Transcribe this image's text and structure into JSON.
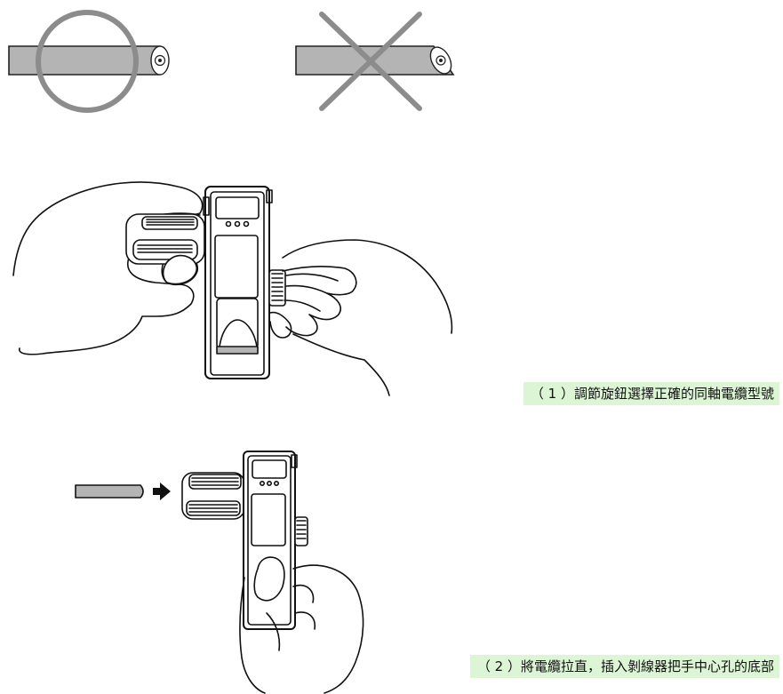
{
  "captions": {
    "step1": "（ 1 ）調節旋鈕選擇正確的同軸電纜型號",
    "step2": "（ 2 ）將電纜拉直，插入剝線器把手中心孔的底部"
  },
  "colors": {
    "correct_mark": "#8c8c8c",
    "wrong_mark": "#8c8c8c",
    "cable_fill": "#b4b4b4",
    "caption_background": "#dcf5d4"
  },
  "symbols": [
    "correct-circle-mark",
    "wrong-cross-mark",
    "insert-arrow-icon"
  ]
}
